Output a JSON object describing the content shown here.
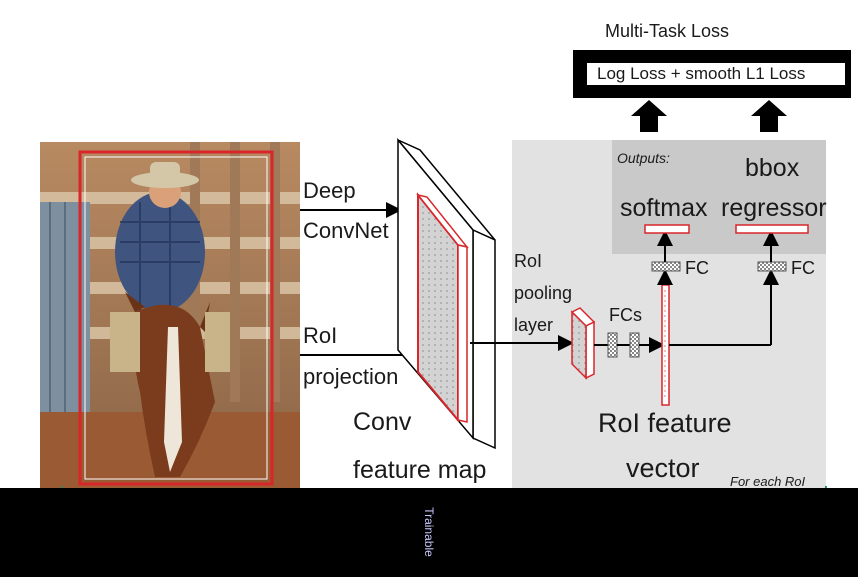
{
  "title": "Multi-Task Loss",
  "loss_label": "Log Loss + smooth L1 Loss",
  "labels": {
    "deep": "Deep",
    "convnet": "ConvNet",
    "roi": "RoI",
    "projection": "projection",
    "conv": "Conv",
    "feature_map": "feature map",
    "roi_pool_1": "RoI",
    "roi_pool_2": "pooling",
    "roi_pool_3": "layer",
    "fcs": "FCs",
    "outputs": "Outputs:",
    "softmax": "softmax",
    "bbox": "bbox",
    "regressor": "regressor",
    "fc_left": "FC",
    "fc_right": "FC",
    "roi_feature": "RoI feature",
    "vector": "vector",
    "for_each_roi": "For each RoI",
    "trainable": "Trainable"
  },
  "colors": {
    "roi_box": "#d8262a",
    "outer_panel": "#e2e2e2",
    "outputs_panel": "#c9c9c9",
    "bar": "#000000"
  }
}
